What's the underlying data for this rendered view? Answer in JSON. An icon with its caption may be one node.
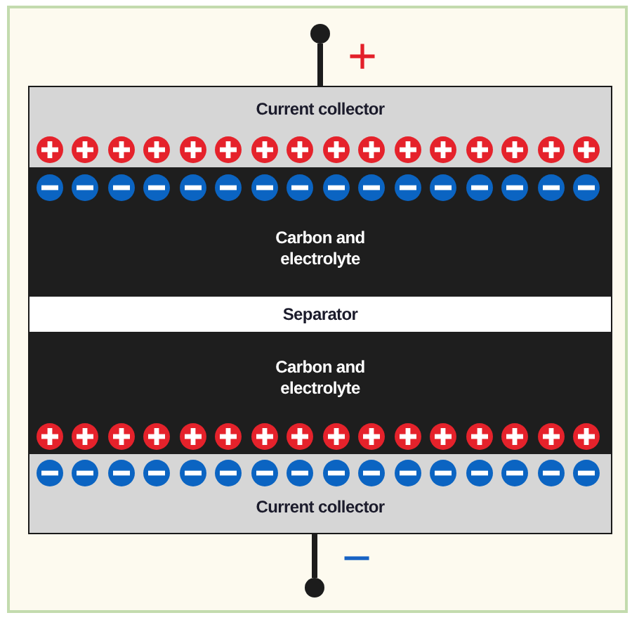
{
  "diagram": {
    "nodes": [
      {
        "text": [],
        "shape": "circle",
        "beside": [
          "+"
        ]
      },
      {
        "text": [
          "Current collector"
        ]
      },
      {
        "text": [
          "Carbon and electrolyte"
        ]
      },
      {
        "text": [
          "Separator"
        ]
      },
      {
        "text": [
          "Carbon and electrolyte"
        ]
      },
      {
        "text": [
          "Current collector"
        ]
      },
      {
        "text": [],
        "shape": "circle",
        "beside": [
          "−"
        ]
      }
    ],
    "edges": [
      {
        "from": 0,
        "to": 1,
        "arrow": "none"
      },
      {
        "from": 5,
        "to": 6,
        "arrow": "none"
      }
    ]
  }
}
